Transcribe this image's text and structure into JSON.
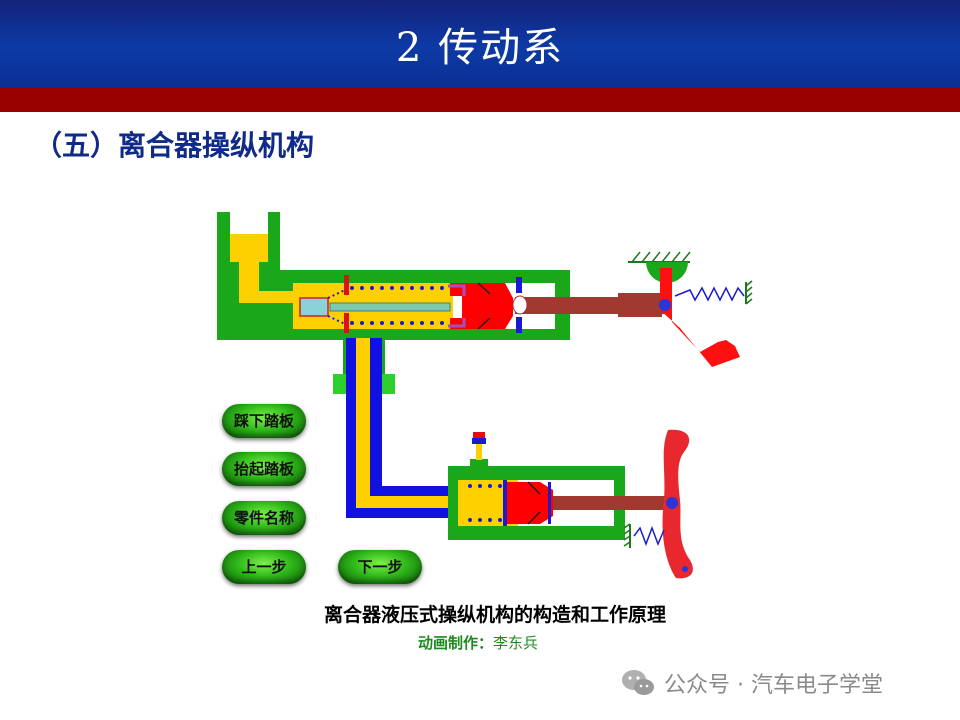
{
  "header": {
    "title": "2 传动系"
  },
  "section": {
    "title": "（五）离合器操纵机构"
  },
  "buttons": [
    {
      "label": "踩下踏板"
    },
    {
      "label": "抬起踏板"
    },
    {
      "label": "零件名称"
    },
    {
      "label": "上一步"
    },
    {
      "label": "下一步"
    }
  ],
  "caption": "离合器液压式操纵机构的构造和工作原理",
  "credit": {
    "prefix": "动画制作：",
    "name": "李东兵"
  },
  "watermark": "公众号 · 汽车电子学堂",
  "colors": {
    "header": "#0d3aa6",
    "band": "#990000",
    "body": "#1aa81a",
    "fluid": "#ffd000",
    "piston": "#ff0000",
    "rod": "#a0392f",
    "pipe": "#1010e0"
  }
}
